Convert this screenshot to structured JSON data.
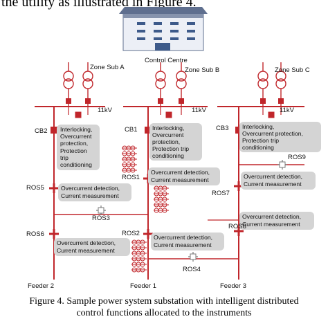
{
  "intro_text": "the utility as illustrated in Figure 4.",
  "building_label": "Control Centre",
  "zones": [
    "Zone Sub A",
    "Zone Sub B",
    "Zone Sub C"
  ],
  "voltages": [
    "11kV",
    "11kV",
    "11kV"
  ],
  "breakers": [
    "CB2",
    "CB1",
    "CB3"
  ],
  "cb_notes": [
    [
      "Interlocking,",
      "Overcurrent",
      "protection,",
      "Protection",
      "trip",
      "conditioning"
    ],
    [
      "Interlocking,",
      "Overcurrent",
      "protection,",
      "Protection trip",
      "conditioning"
    ],
    [
      "Interlocking,",
      "Overcurrent protection,",
      "Protection trip",
      "conditioning"
    ]
  ],
  "ros": {
    "ros1": "ROS1",
    "ros2": "ROS2",
    "ros3": "ROS3",
    "ros4": "ROS4",
    "ros5": "ROS5",
    "ros6": "ROS6",
    "ros7": "ROS7",
    "ros8": "ROS8",
    "ros9": "ROS9"
  },
  "ros_notes": {
    "ros1": [
      "Overcurrent detection,",
      "Current measurement"
    ],
    "ros5": [
      "Overcurrent detection,",
      "Current measurement"
    ],
    "ros2": [
      "Overcurrent detection,",
      "Current measurement"
    ],
    "ros6": [
      "Overcurrent detection,",
      "Current measurement"
    ],
    "ros9": [
      "Overcurrent detection,",
      "Current measurement"
    ],
    "ros8": [
      "Overcurrent detection,",
      "Current measurement"
    ]
  },
  "feeders": [
    "Feeder 2",
    "Feeder 1",
    "Feeder 3"
  ],
  "caption": [
    "Figure 4. Sample power system substation with intelligent distributed",
    "control functions allocated to the instruments"
  ],
  "colors": {
    "line": "#c0262b",
    "box": "#d4d4d4",
    "building_roof": "#5f6f8f",
    "building_body": "#eceff6",
    "window": "#3d5a8a"
  }
}
